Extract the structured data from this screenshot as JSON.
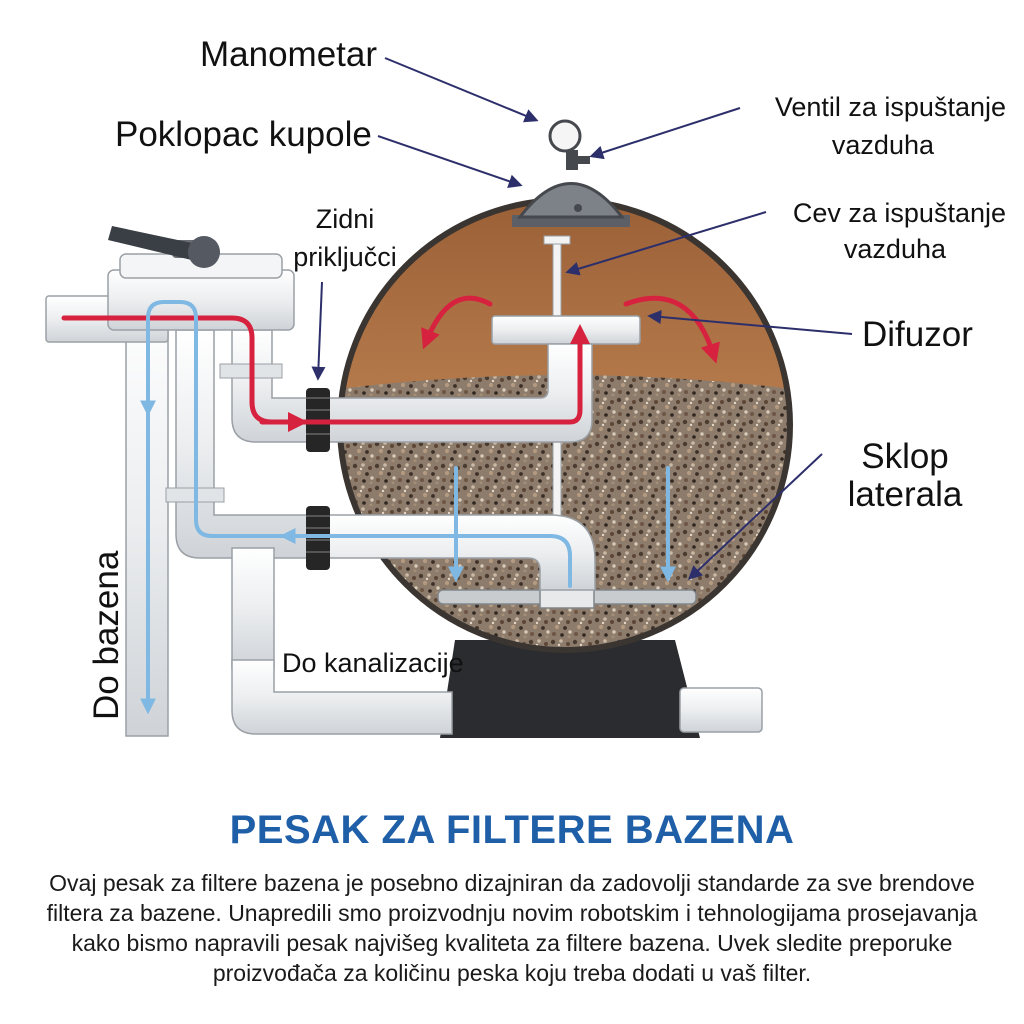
{
  "colors": {
    "water_in": "#d7223f",
    "water_out": "#7fb8e3",
    "title": "#1f5fa8",
    "water": "#a76a3e",
    "sand": "#8d7c6c",
    "pipe": "#eef0f2",
    "pump": "#6b6f75",
    "stand": "#2a2c30"
  },
  "labels": {
    "manometer": "Manometar",
    "dome_cover": "Poklopac kupole",
    "air_valve_l1": "Ventil za ispuštanje",
    "air_valve_l2": "vazduha",
    "air_tube_l1": "Cev za ispuštanje",
    "air_tube_l2": "vazduha",
    "wall_fittings_l1": "Zidni",
    "wall_fittings_l2": "priključci",
    "diffuser": "Difuzor",
    "laterals_l1": "Sklop",
    "laterals_l2": "laterala",
    "to_pool": "Do bazena",
    "to_drain": "Do kanalizacije"
  },
  "title": "PESAK ZA FILTERE BAZENA",
  "description": "Ovaj pesak za filtere bazena je posebno dizajniran da zadovolji standarde za sve brendove filtera za bazene. Unapredili smo proizvodnju novim robotskim i tehnologijama prosejavanja kako bismo napravili pesak najvišeg kvaliteta za filtere bazena. Uvek sledite preporuke proizvođača za količinu peska koju treba dodati u vaš filter."
}
